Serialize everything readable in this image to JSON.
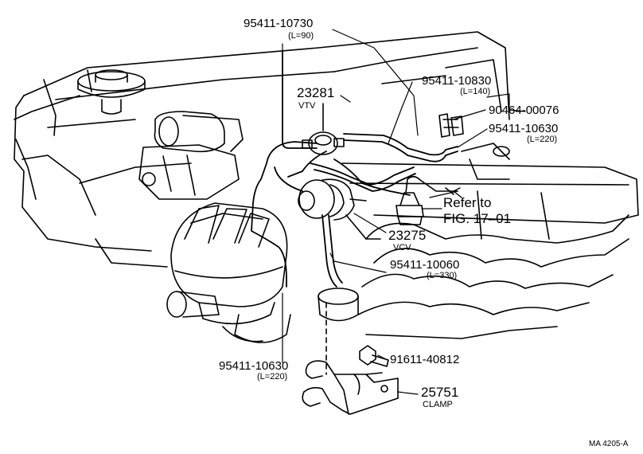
{
  "callouts": [
    {
      "id": "p1",
      "number": "95411-10730",
      "note": "(L=90)"
    },
    {
      "id": "p2",
      "number": "23281",
      "note": "VTV"
    },
    {
      "id": "p3",
      "number": "95411-10830",
      "note": "(L=140)"
    },
    {
      "id": "p4",
      "number": "90464-00076",
      "note": ""
    },
    {
      "id": "p5",
      "number": "95411-10630",
      "note": "(L=220)"
    },
    {
      "id": "p6",
      "number": "23275",
      "note": "VCV"
    },
    {
      "id": "p7",
      "number": "95411-10060",
      "note": "(L=330)"
    },
    {
      "id": "p8",
      "number": "95411-10630",
      "note": "(L=220)"
    },
    {
      "id": "p9",
      "number": "91611-40812",
      "note": ""
    },
    {
      "id": "p10",
      "number": "25751",
      "note": "CLAMP"
    }
  ],
  "reference": {
    "line1": "Refer to",
    "line2": "FIG. 17–01"
  },
  "figure_code": "MA  4205-A",
  "colors": {
    "ink": "#000000",
    "paper": "#ffffff"
  }
}
